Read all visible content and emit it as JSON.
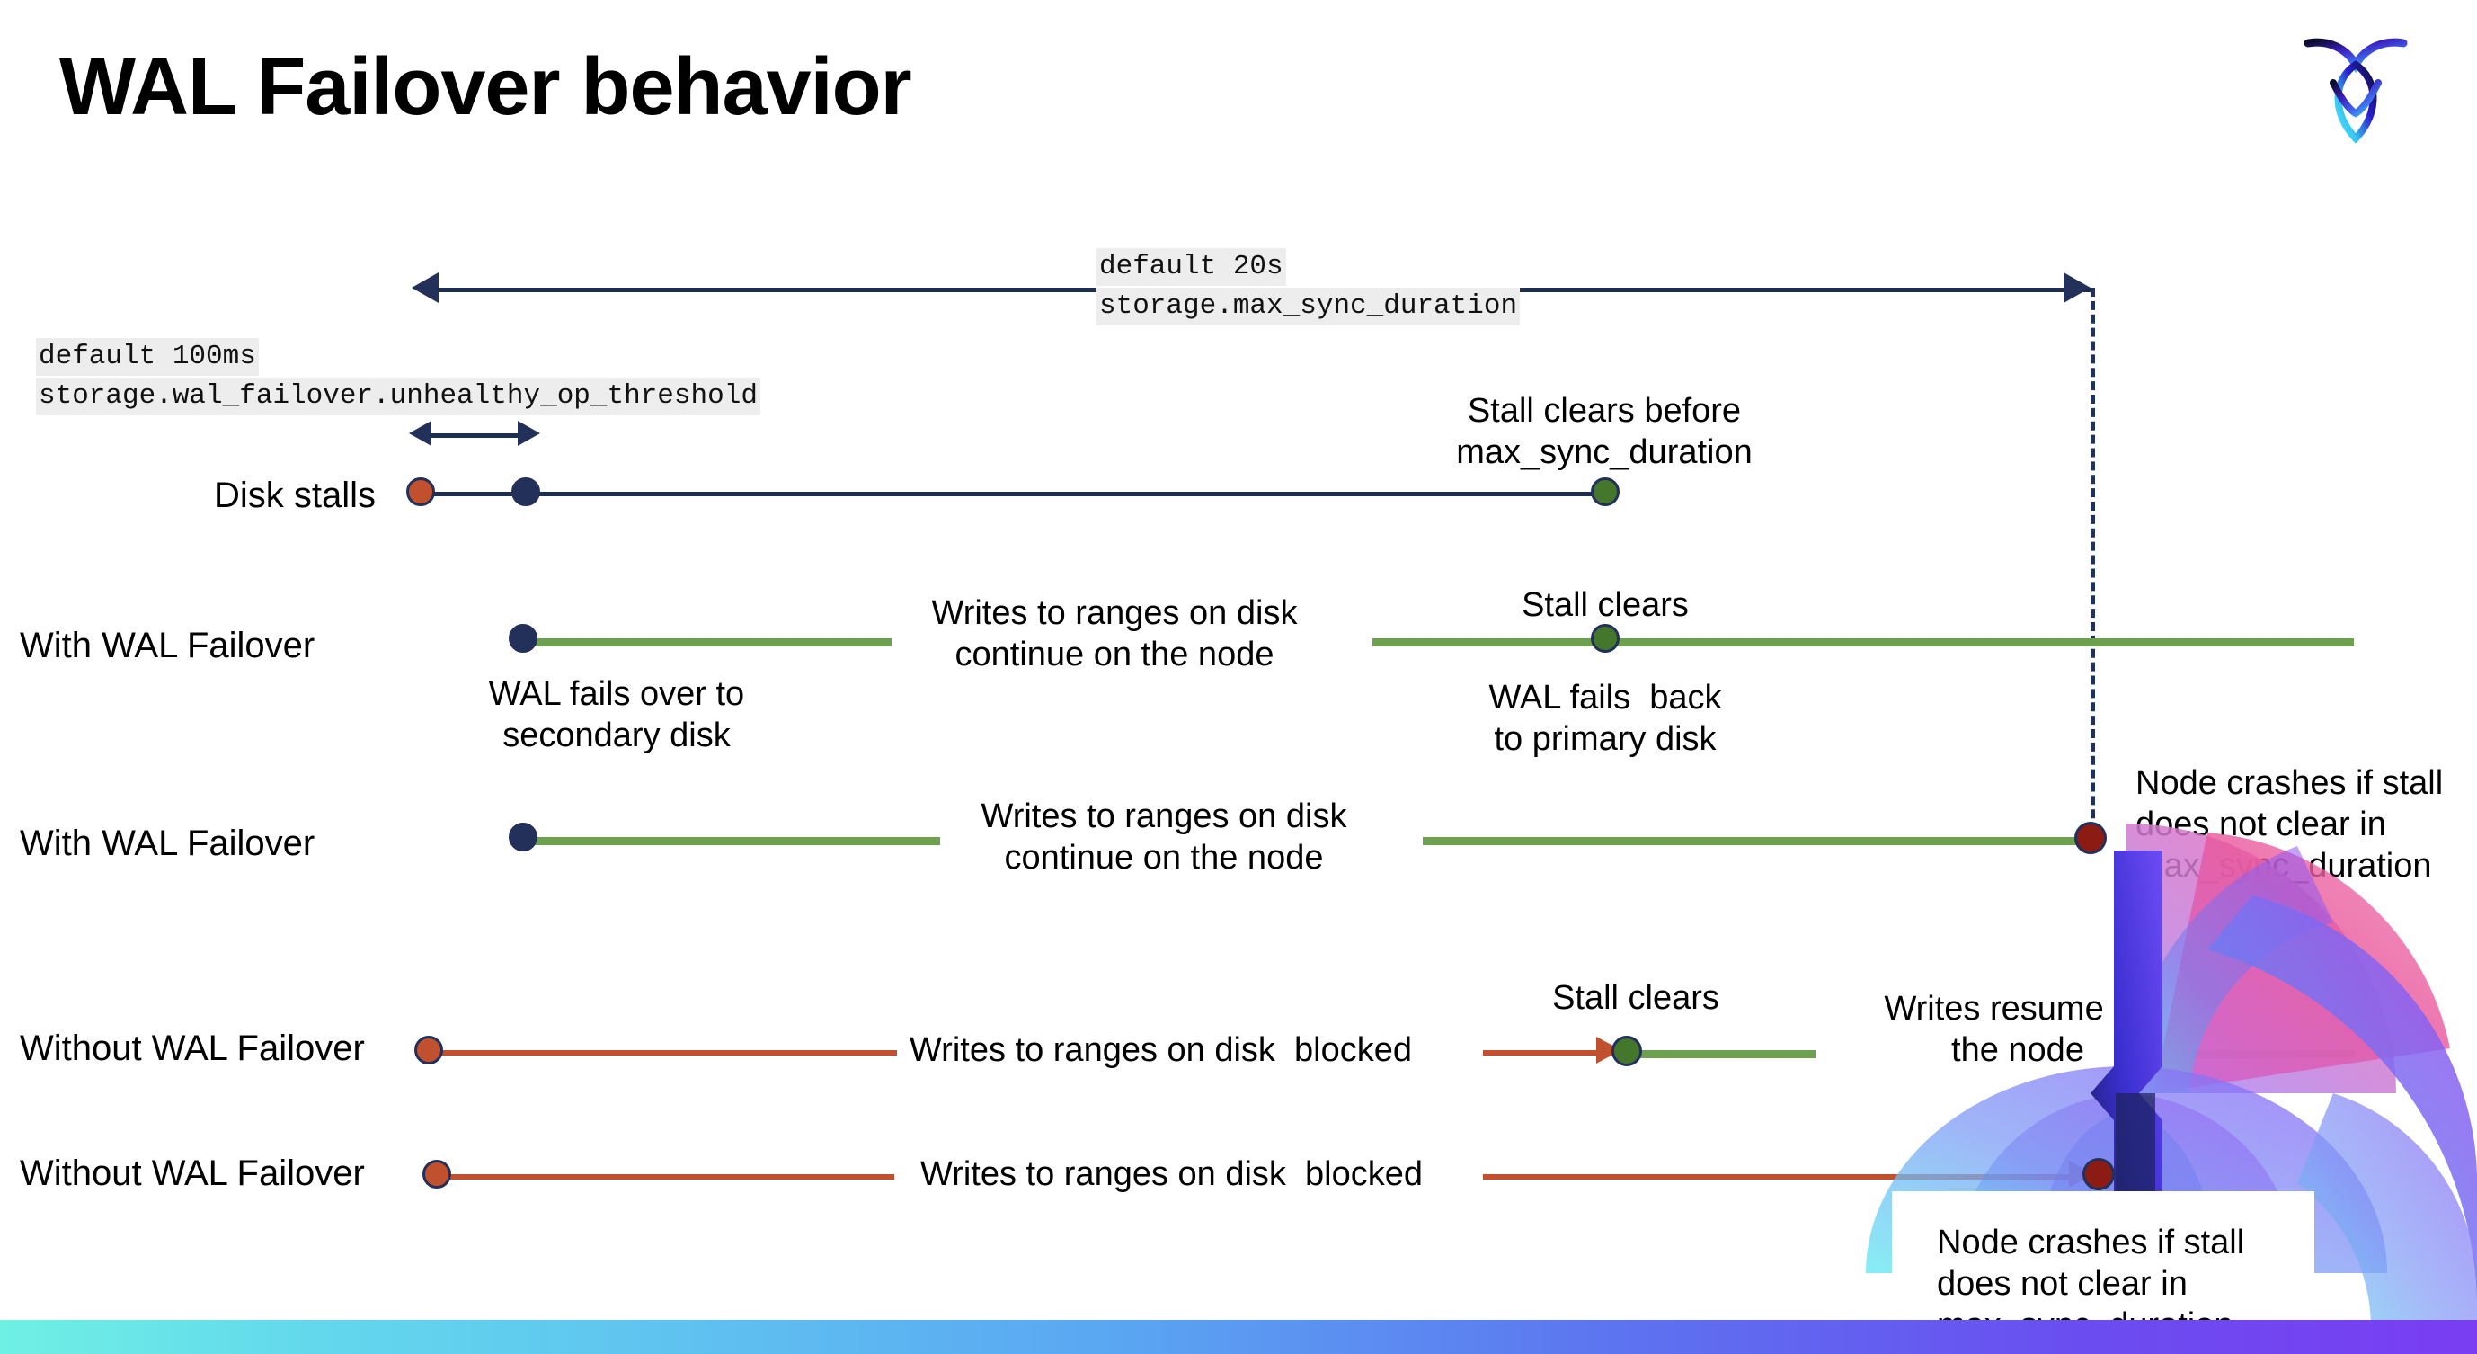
{
  "slide": {
    "title": "WAL Failover behavior",
    "logo_name": "cockroachdb-logo"
  },
  "annotations": {
    "max_sync_default": "default 20s",
    "max_sync_setting": "storage.max_sync_duration",
    "unhealthy_default": "default 100ms",
    "unhealthy_setting": "storage.wal_failover.unhealthy_op_threshold"
  },
  "rows": [
    {
      "label": "Disk stalls",
      "notes": [
        "Stall clears before",
        "max_sync_duration"
      ]
    },
    {
      "label": "With WAL Failover",
      "notes": [
        "Writes to ranges on disk",
        "continue on the node",
        "Stall clears",
        "WAL fails over to",
        "secondary disk",
        "WAL fails  back",
        "to primary disk"
      ]
    },
    {
      "label": "With WAL Failover",
      "notes": [
        "Writes to ranges on disk",
        "continue on the node",
        "Node crashes if stall",
        "does not clear in",
        "max_sync_duration"
      ]
    },
    {
      "label": "Without WAL Failover",
      "notes": [
        "Writes to ranges on disk  blocked",
        "Stall clears",
        "Writes resume on",
        "the node"
      ]
    },
    {
      "label": "Without WAL Failover",
      "notes": [
        "Writes to ranges on disk  blocked",
        "Node crashes if stall",
        "does not clear in",
        "max_sync_duration"
      ]
    }
  ],
  "text": {
    "stall_clears_before": "Stall clears before",
    "max_sync_duration": "max_sync_duration",
    "writes_continue_l1": "Writes to ranges on disk",
    "writes_continue_l2": "continue on the node",
    "stall_clears": "Stall clears",
    "wal_fails_over_l1": "WAL fails over to",
    "wal_fails_over_l2": "secondary disk",
    "wal_fails_back_l1": "WAL fails  back",
    "wal_fails_back_l2": "to primary disk",
    "node_crashes_l1": "Node crashes if stall",
    "node_crashes_l2": "does not clear in",
    "node_crashes_l3": "max_sync_duration",
    "writes_blocked": "Writes to ranges on disk  blocked",
    "writes_resume_l1": "Writes resume on",
    "writes_resume_l2": "the node",
    "row_disk_stalls": "Disk stalls",
    "row_with_failover_1": "With WAL Failover",
    "row_with_failover_2": "With WAL Failover",
    "row_without_failover_1": "Without WAL Failover",
    "row_without_failover_2": "Without WAL Failover"
  },
  "colors": {
    "navy": "#22305a",
    "green_line": "#6da04f",
    "green_dot": "#44762c",
    "rust": "#c0502e",
    "dark_red": "#8c1b14",
    "code_bg": "#ededed"
  }
}
